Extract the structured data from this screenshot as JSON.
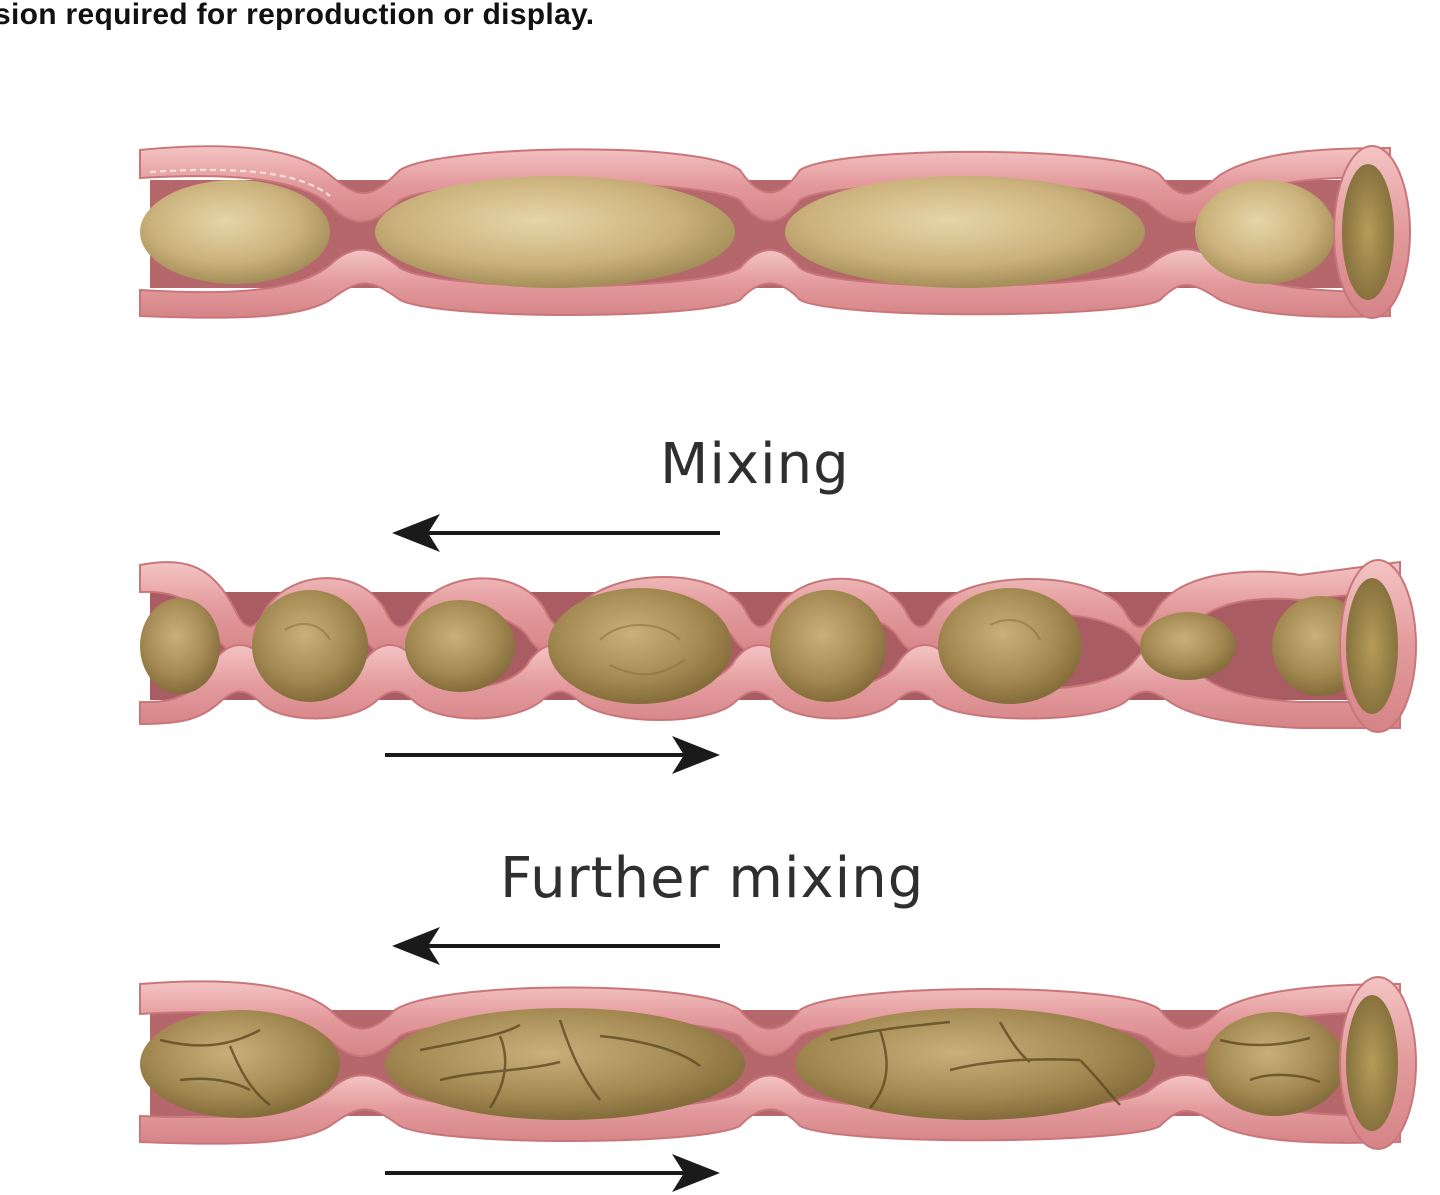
{
  "header": {
    "text": "sion required for reproduction or display."
  },
  "labels": {
    "mixing": "Mixing",
    "further_mixing": "Further mixing"
  },
  "colors": {
    "wall": "#e8a0a2",
    "wall_dark": "#c2686e",
    "wall_highlight": "#f6d2d2",
    "content": "#c9b27f",
    "content_dark": "#8f7a45",
    "arrow": "#1a1a1a"
  },
  "icons": {
    "left_arrow": "arrow-left-icon",
    "right_arrow": "arrow-right-icon"
  }
}
